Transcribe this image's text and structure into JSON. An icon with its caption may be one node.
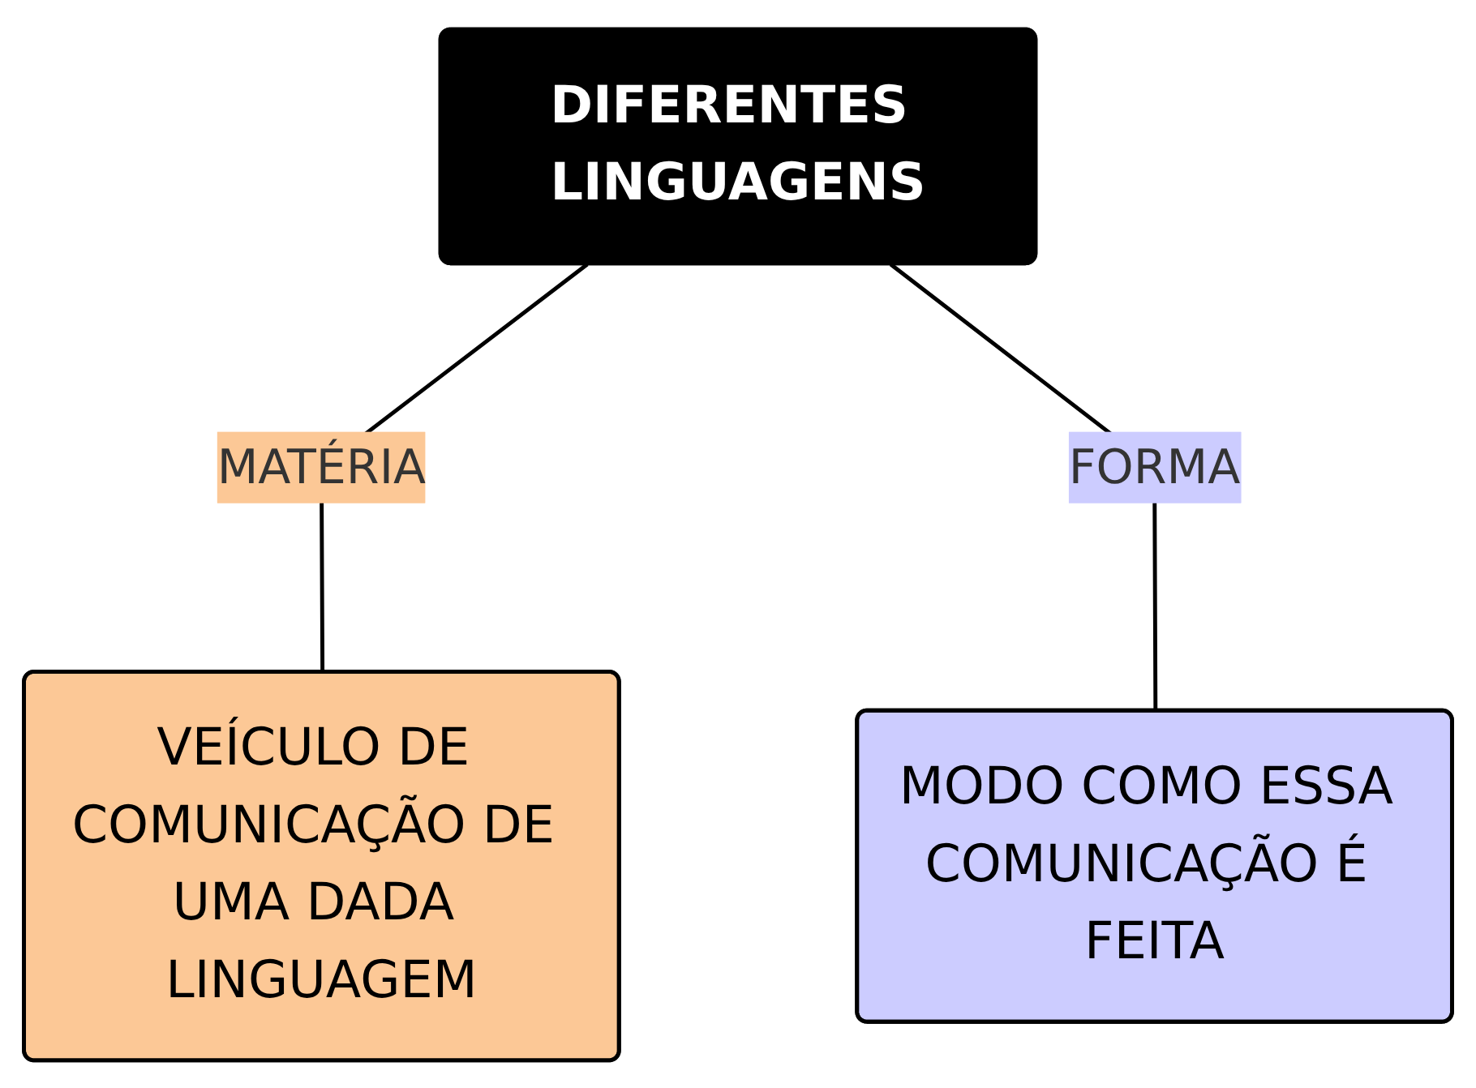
{
  "diagram": {
    "nodes": [
      {
        "text": [
          "DIFERENTES LINGUAGENS"
        ]
      },
      {
        "text": [
          "VEÍCULO DE COMUNICAÇÃO DE UMA DADA LINGUAGEM"
        ]
      },
      {
        "text": [
          "MODO COMO ESSA COMUNICAÇÃO É FEITA"
        ]
      }
    ],
    "edges": [
      {
        "from": 0,
        "to": 1,
        "arrow": "none",
        "label": "MATÉRIA"
      },
      {
        "from": 0,
        "to": 2,
        "arrow": "none",
        "label": "FORMA"
      }
    ]
  }
}
